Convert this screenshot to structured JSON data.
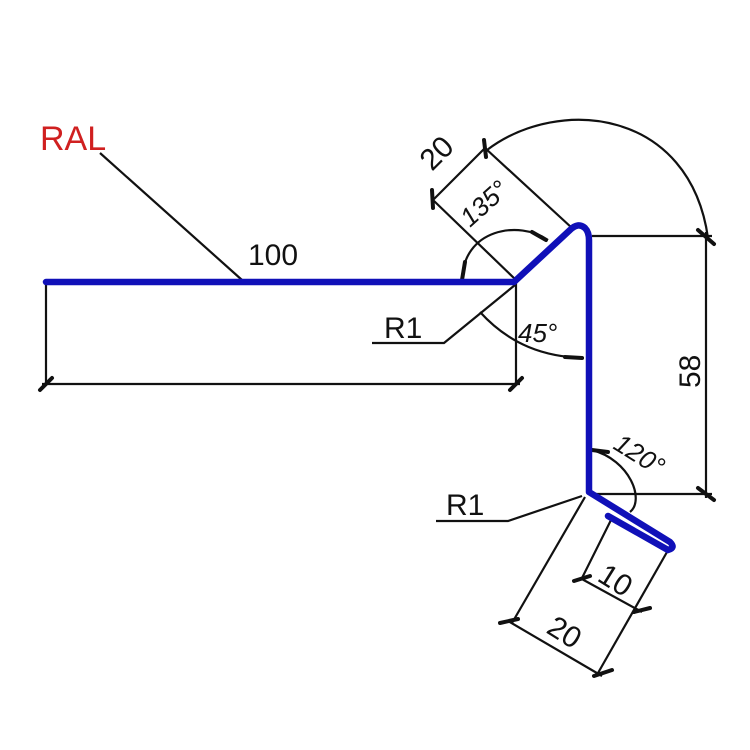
{
  "diagram": {
    "type": "sheet-metal-profile-drawing",
    "material_label": "RAL",
    "colors": {
      "profile": "#1010b8",
      "material_label": "#d02020",
      "lines": "#111111"
    },
    "dimensions": {
      "flat_length": "100",
      "angled_segment": "20",
      "height": "58",
      "bottom_flange": "20",
      "hem": "10"
    },
    "angles": {
      "top_outer": "135°",
      "top_inner": "45°",
      "bottom": "120°"
    },
    "radii": {
      "top_bend": "R1",
      "bottom_bend": "R1"
    }
  }
}
